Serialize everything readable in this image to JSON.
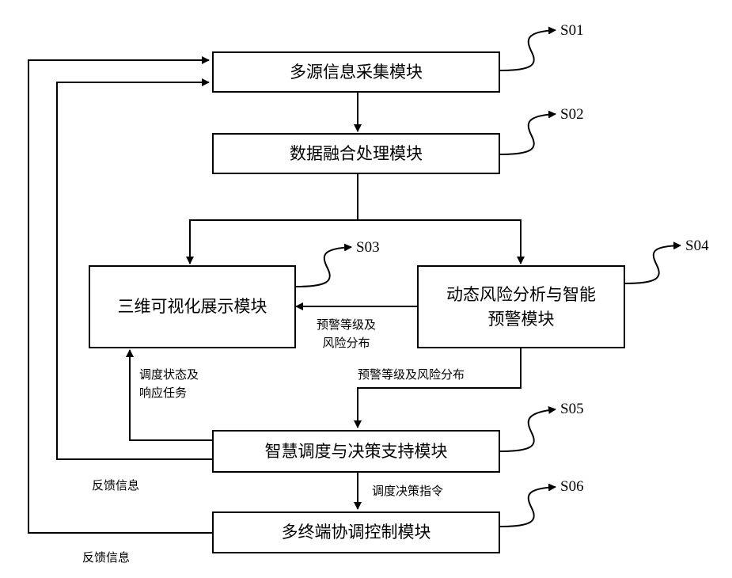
{
  "modules": {
    "collection": "多源信息采集模块",
    "fusion": "数据融合处理模块",
    "visual": "三维可视化展示模块",
    "risk_line1": "动态风险分析与智能",
    "risk_line2": "预警模块",
    "dispatch": "智慧调度与决策支持模块",
    "terminal": "多终端协调控制模块"
  },
  "steps": {
    "s01": "S01",
    "s02": "S02",
    "s03": "S03",
    "s04": "S04",
    "s05": "S05",
    "s06": "S06"
  },
  "edge_labels": {
    "warning_to_visual_line1": "预警等级及",
    "warning_to_visual_line2": "风险分布",
    "warning_to_dispatch": "预警等级及风险分布",
    "dispatch_to_visual_line1": "调度状态及",
    "dispatch_to_visual_line2": "响应任务",
    "dispatch_command": "调度决策指令",
    "feedback_1": "反馈信息",
    "feedback_2": "反馈信息"
  }
}
